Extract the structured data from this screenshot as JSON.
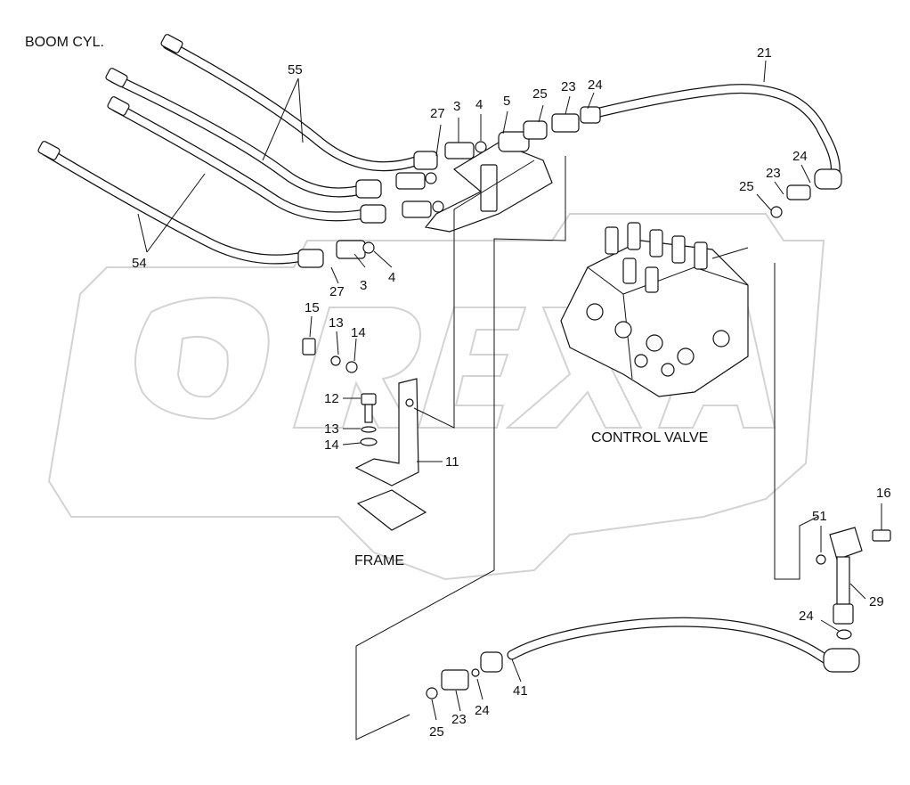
{
  "captions": {
    "boom_cyl": "BOOM CYL.",
    "control_valve": "CONTROL VALVE",
    "frame": "FRAME"
  },
  "watermark": {
    "text": "OREX",
    "color": "#d3d3d3"
  },
  "callouts": {
    "c55": "55",
    "c54": "54",
    "c27a": "27",
    "c3a": "3",
    "c4a": "4",
    "c5": "5",
    "c25a": "25",
    "c23a": "23",
    "c24a": "24",
    "c21": "21",
    "c24b": "24",
    "c23b": "23",
    "c25b": "25",
    "c27b": "27",
    "c3b": "3",
    "c4b": "4",
    "c15": "15",
    "c13a": "13",
    "c14a": "14",
    "c12": "12",
    "c13b": "13",
    "c14b": "14",
    "c11": "11",
    "c16": "16",
    "c51": "51",
    "c29": "29",
    "c24c": "24",
    "c41": "41",
    "c25c": "25",
    "c23c": "23",
    "c24d": "24"
  }
}
